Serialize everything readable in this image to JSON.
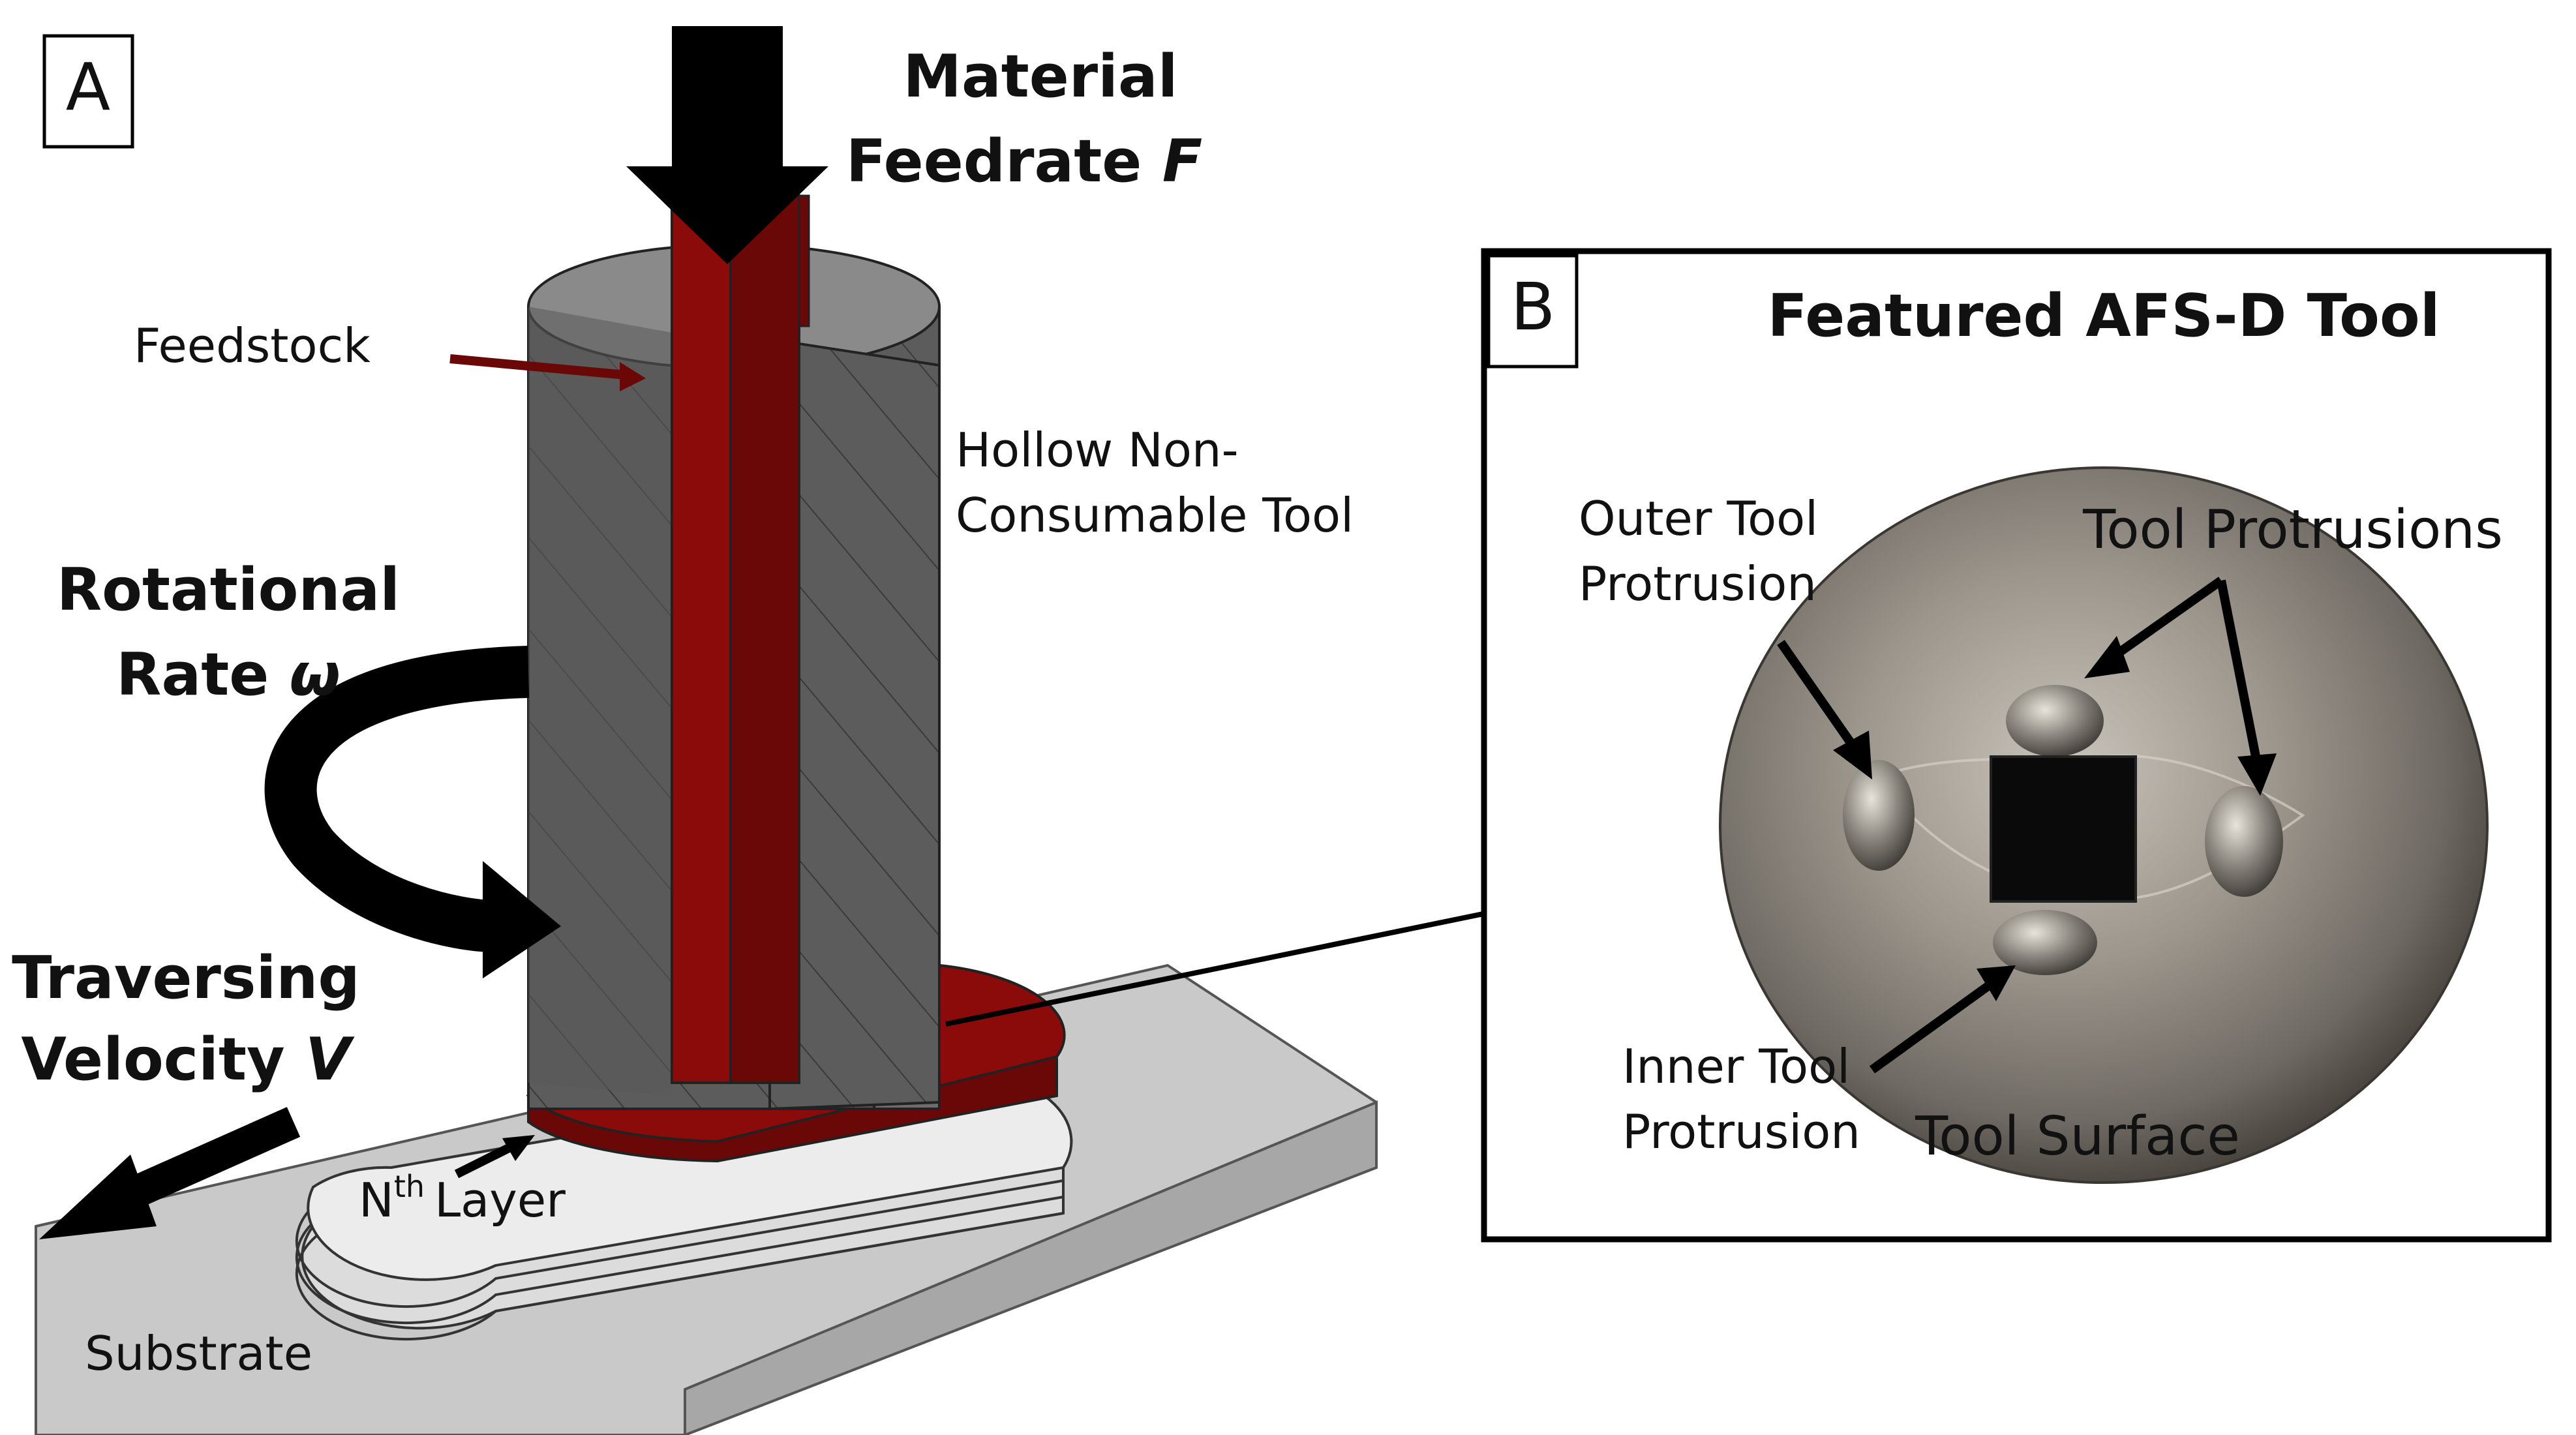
{
  "panel_a": {
    "letter": "A",
    "material_feedrate": {
      "line1": "Material",
      "line2": "Feedrate",
      "symbol": "F"
    },
    "feedstock": "Feedstock",
    "tool": {
      "line1": "Hollow Non-",
      "line2": "Consumable Tool"
    },
    "rotational_rate": {
      "line1": "Rotational",
      "line2": "Rate",
      "symbol": "ω"
    },
    "traversing_velocity": {
      "line1": "Traversing",
      "line2": "Velocity",
      "symbol": "V"
    },
    "layer": {
      "prefix": "N",
      "superscript": "th",
      "suffix": "Layer"
    },
    "substrate": "Substrate"
  },
  "panel_b": {
    "letter": "B",
    "title": "Featured AFS-D Tool",
    "outer_protrusion": {
      "line1": "Outer Tool",
      "line2": "Protrusion"
    },
    "tool_protrusions": "Tool Protrusions",
    "inner_protrusion": {
      "line1": "Inner Tool",
      "line2": "Protrusion"
    },
    "tool_surface": "Tool Surface"
  },
  "colors": {
    "tool_gray": "#5c5c5c",
    "tool_gray_dark": "#464646",
    "tool_gray_light": "#8a8a8a",
    "feedstock_red": "#8b0a0a",
    "feedstock_red_dark": "#6a0707",
    "substrate": "#c8c8c8",
    "substrate_dark": "#9a9a9a",
    "arrow": "#000000"
  }
}
